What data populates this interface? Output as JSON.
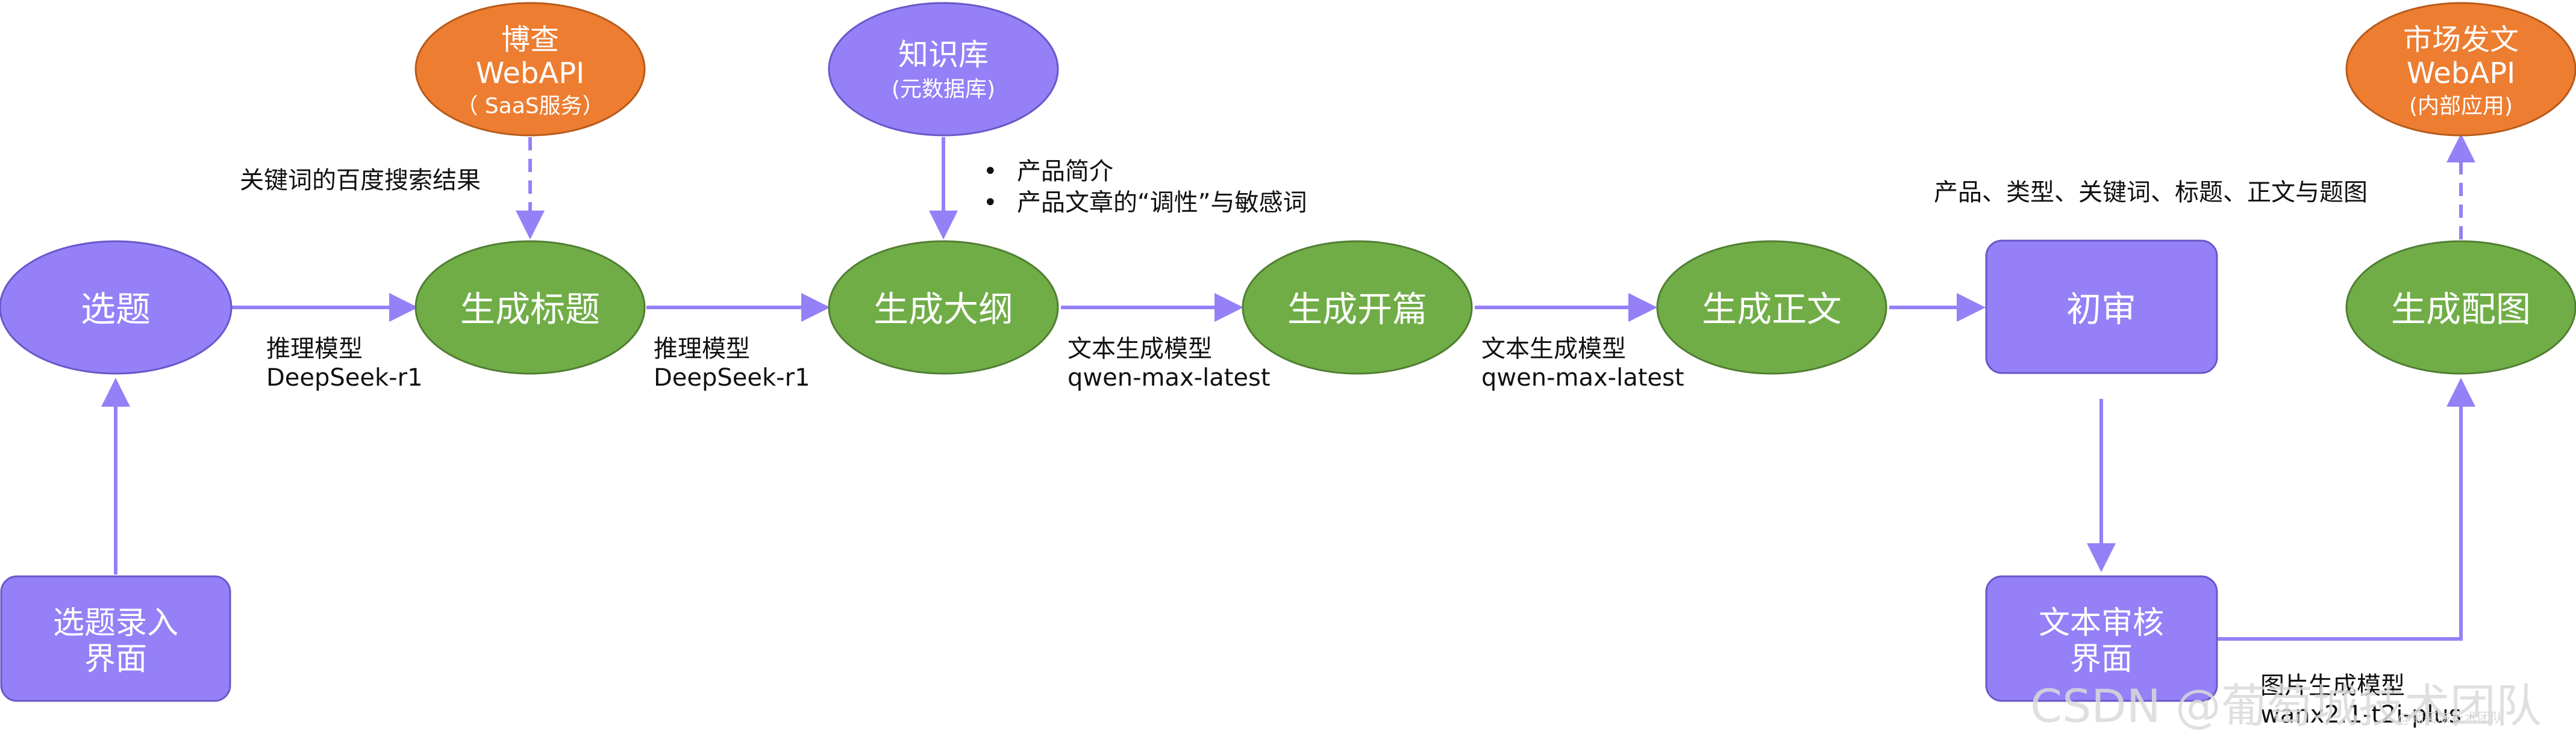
{
  "colors": {
    "purple": "#9580f7",
    "green": "#70ad47",
    "orange": "#ed7d31",
    "arrow": "#9580f7",
    "stroke": "#6a57c9",
    "green_stroke": "#507e32",
    "orange_stroke": "#b85a1a"
  },
  "nodes": {
    "topic": "选题",
    "gen_title": "生成标题",
    "gen_outline": "生成大纲",
    "gen_opening": "生成开篇",
    "gen_body": "生成正文",
    "first_review": "初审",
    "gen_image": "生成配图",
    "topic_entry": [
      "选题录入",
      "界面"
    ],
    "text_review": [
      "文本审核",
      "界面"
    ],
    "bocha_api": [
      "博查",
      "WebAPI",
      "（ SaaS服务）"
    ],
    "knowledge_base": [
      "知识库",
      "(元数据库)"
    ],
    "market_api": [
      "市场发文",
      "WebAPI",
      "(内部应用)"
    ]
  },
  "labels": {
    "keyword_search": "关键词的百度搜索结果",
    "kb_bullets": [
      "产品简介",
      "产品文章的“调性”与敏感词"
    ],
    "review_items": "产品、类型、关键词、标题、正文与题图",
    "model1": [
      "推理模型",
      "DeepSeek-r1"
    ],
    "model2": [
      "推理模型",
      "DeepSeek-r1"
    ],
    "model3": [
      "文本生成模型",
      "qwen-max-latest"
    ],
    "model4": [
      "文本生成模型",
      "qwen-max-latest"
    ],
    "model5": [
      "图片生成模型",
      "wanx2.1-t2i-plus"
    ]
  },
  "watermark": {
    "main": "CSDN @葡萄城技术团队",
    "small": "@葡萄城技术团队"
  }
}
